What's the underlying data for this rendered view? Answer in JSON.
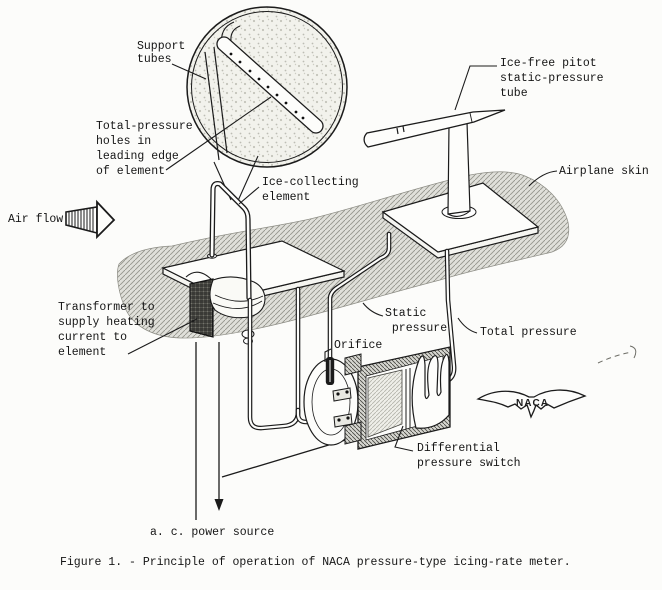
{
  "figure": {
    "caption": "Figure 1. - Principle of operation of NACA pressure-type icing-rate meter.",
    "labels": {
      "support_tubes": "Support\ntubes",
      "total_pressure_holes": "Total-pressure\nholes in\nleading edge\nof element",
      "ice_free_pitot": "Ice-free pitot\nstatic-pressure\ntube",
      "airplane_skin": "Airplane skin",
      "air_flow": "Air flow",
      "ice_collecting_element": "Ice-collecting\nelement",
      "transformer": "Transformer to\nsupply heating\ncurrent to\nelement",
      "static_pressure": "Static\n pressure",
      "total_pressure": "Total pressure",
      "orifice": "Orifice",
      "differential_pressure_switch": "Differential\npressure switch",
      "ac_power_source": "a. c. power source"
    },
    "logo": {
      "text": "NACA"
    },
    "colors": {
      "ink": "#1b1b1b",
      "paper": "#fcfcfa",
      "skin_fill": "#e0e0da"
    }
  }
}
